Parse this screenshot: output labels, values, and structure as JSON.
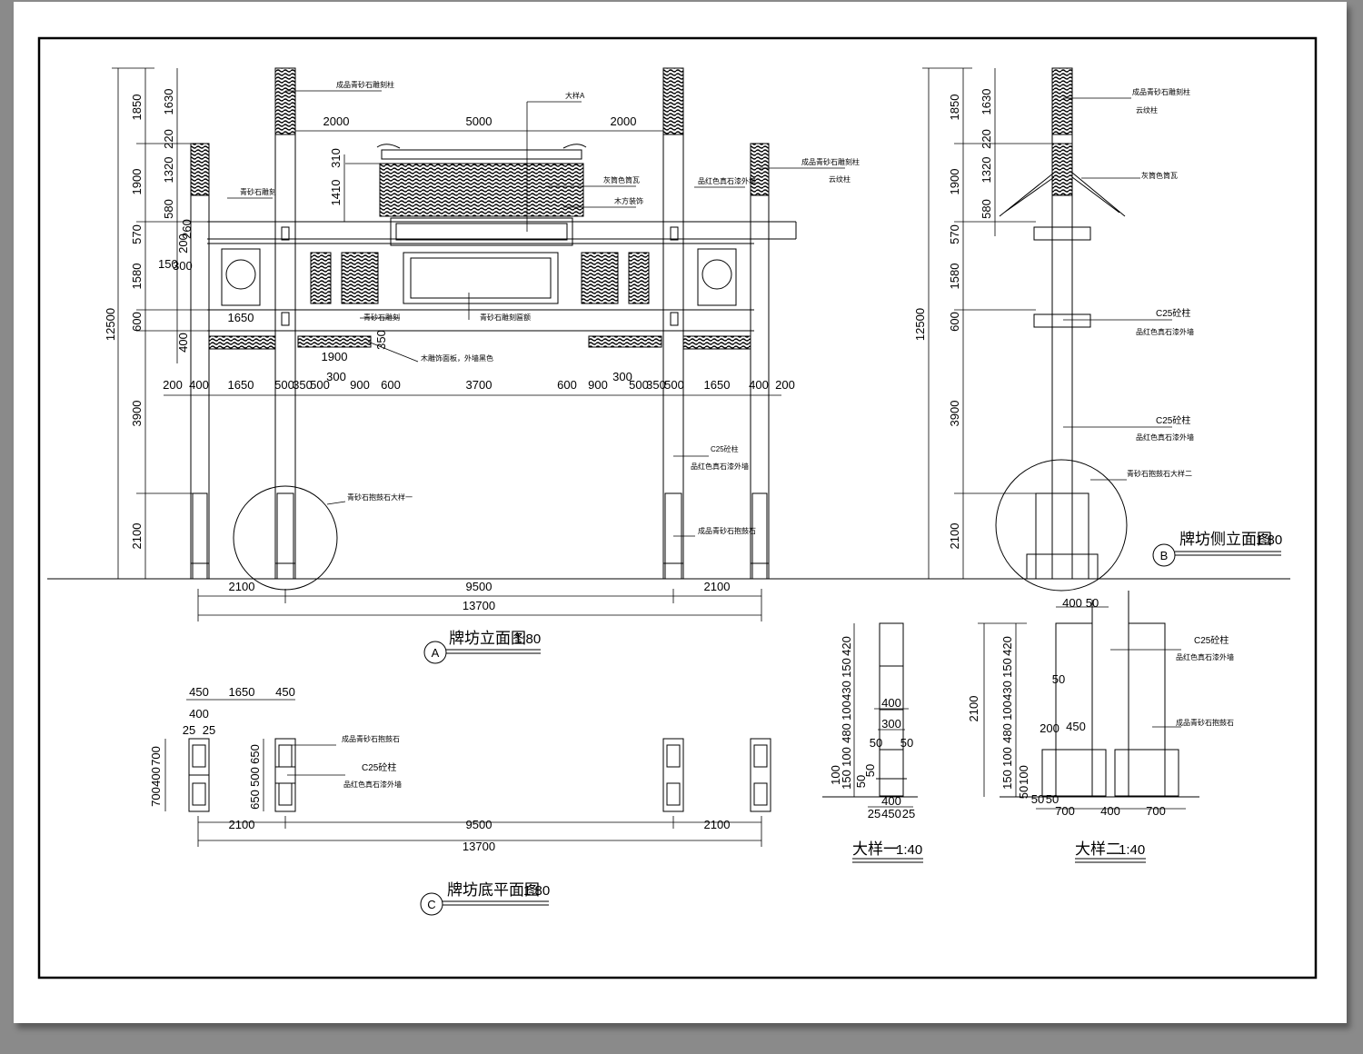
{
  "views": {
    "front_elevation": {
      "title": "牌坊立面图",
      "scale": "1:80",
      "marker": "A",
      "dims_left_outer": [
        "1850",
        "1900",
        "12500",
        "3900",
        "2100"
      ],
      "dims_left_inner": [
        "1630",
        "220",
        "1320",
        "580",
        "570",
        "260",
        "200",
        "1580",
        "600",
        "400"
      ],
      "dims_small": [
        "150",
        "300"
      ],
      "dims_top": [
        "2000",
        "5000",
        "2000"
      ],
      "dims_roof": [
        "310",
        "1410"
      ],
      "dims_mid": [
        "1650",
        "1900",
        "300",
        "350"
      ],
      "dims_row": [
        "200",
        "400",
        "1650",
        "500",
        "350",
        "500",
        "900",
        "600",
        "3700",
        "600",
        "900",
        "300",
        "500",
        "350",
        "500",
        "1650",
        "400",
        "200"
      ],
      "dims_bottom": [
        "2100",
        "9500",
        "2100",
        "13700"
      ],
      "notes": [
        "成品青砂石雕刻柱",
        "大样A",
        "灰筒色筒瓦",
        "木方装饰",
        "青砂石雕刻",
        "成品青砂石雕刻柱",
        "云纹柱",
        "品红色真石漆外墙",
        "青砂石雕刻",
        "青砂石雕刻匾额",
        "木雕饰面板，外墙黑色",
        "C25砼柱",
        "品红色真石漆外墙",
        "青砂石抱鼓石大样一",
        "成品青砂石抱鼓石"
      ]
    },
    "side_elevation": {
      "title": "牌坊侧立面图",
      "scale": "1:80",
      "marker": "B",
      "dims_outer": [
        "1850",
        "1900",
        "12500",
        "3900",
        "2100"
      ],
      "dims_inner": [
        "1630",
        "220",
        "1320",
        "580",
        "570",
        "1580",
        "600"
      ],
      "notes": [
        "成品青砂石雕刻柱",
        "云纹柱",
        "灰筒色筒瓦",
        "C25砼柱",
        "品红色真石漆外墙",
        "C25砼柱",
        "品红色真石漆外墙",
        "青砂石抱鼓石大样二"
      ]
    },
    "base_plan": {
      "title": "牌坊底平面图",
      "scale": "1:80",
      "marker": "C",
      "dims_top": [
        "450",
        "1650",
        "450",
        "400",
        "25",
        "25"
      ],
      "dims_left": [
        "700",
        "400",
        "700",
        "650",
        "500",
        "650"
      ],
      "dims_bottom": [
        "2100",
        "9500",
        "2100",
        "13700"
      ],
      "notes": [
        "成品青砂石抱鼓石",
        "C25砼柱",
        "品红色真石漆外墙"
      ]
    },
    "detail_one": {
      "title": "大样一",
      "scale": "1:40",
      "dims_left": [
        "420",
        "150",
        "430",
        "100",
        "480",
        "100",
        "150",
        "100"
      ],
      "dims_right": [
        "400",
        "300",
        "50",
        "50",
        "50",
        "50",
        "400",
        "25",
        "450",
        "25"
      ]
    },
    "detail_two": {
      "title": "大样二",
      "scale": "1:40",
      "dims_top": [
        "400",
        "50"
      ],
      "dims_left": [
        "2100",
        "420",
        "150",
        "430",
        "100",
        "480",
        "100",
        "150",
        "100",
        "50",
        "50"
      ],
      "dims_mid": [
        "50",
        "200",
        "450"
      ],
      "dims_bottom": [
        "50",
        "700",
        "400",
        "700"
      ],
      "notes": [
        "C25砼柱",
        "品红色真石漆外墙",
        "成品青砂石抱鼓石"
      ]
    }
  }
}
